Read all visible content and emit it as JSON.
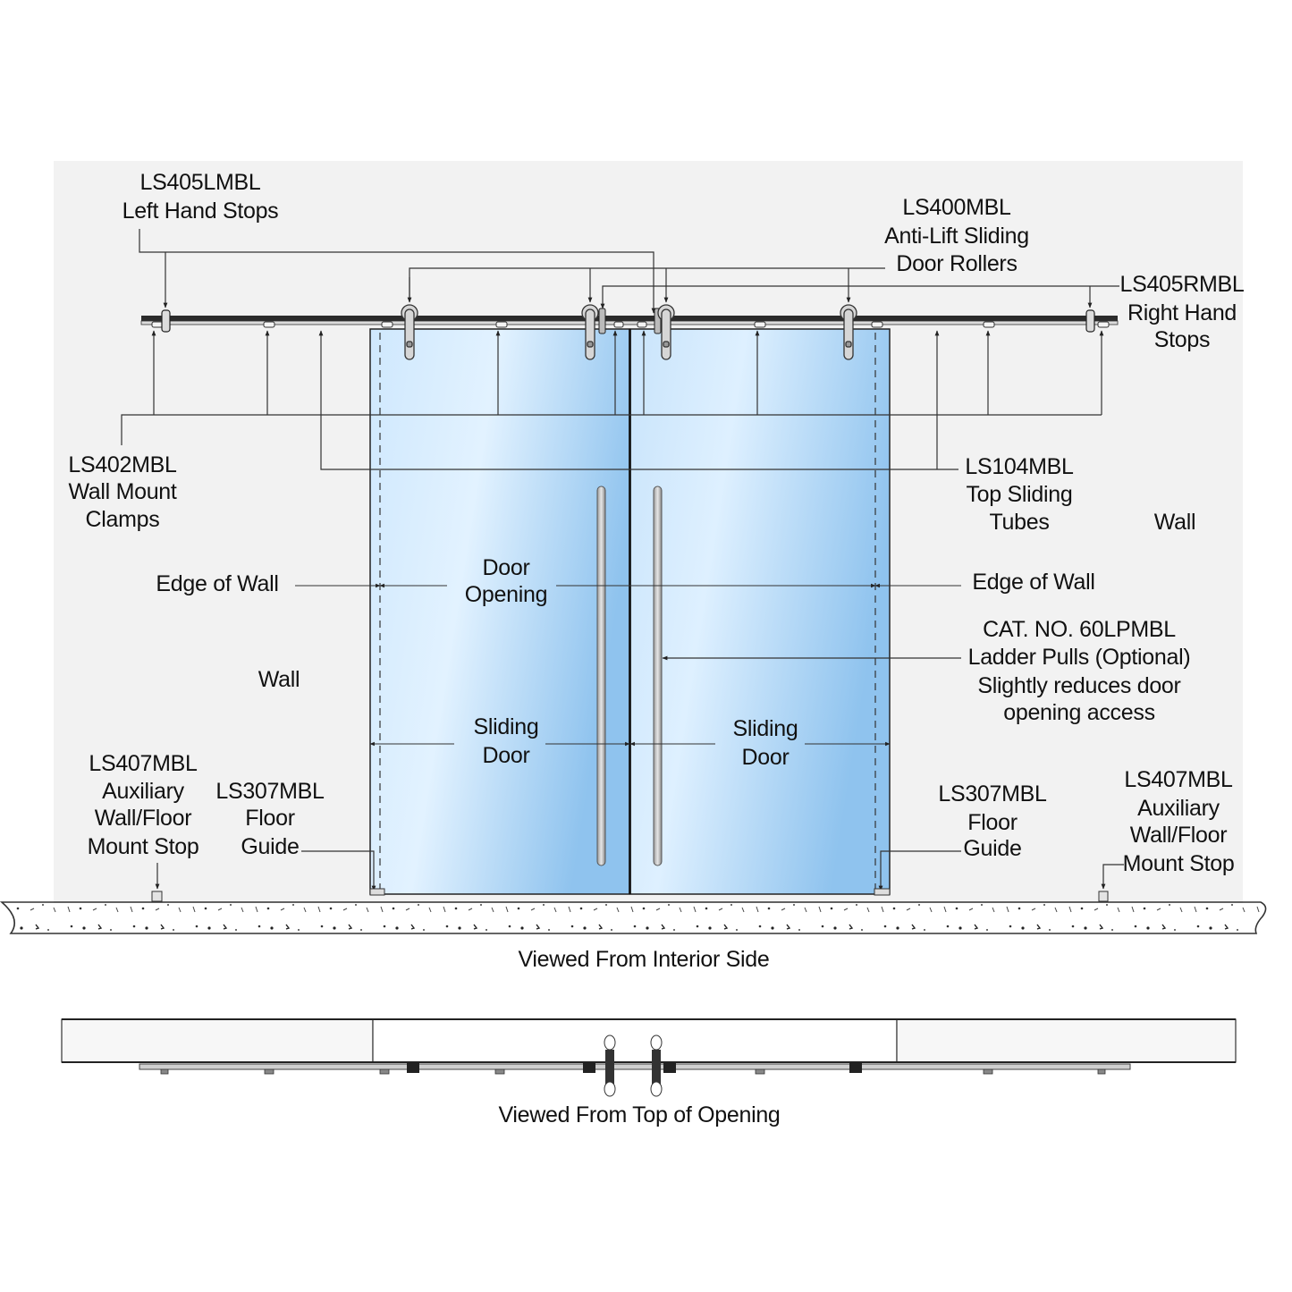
{
  "colors": {
    "background": "#ffffff",
    "wall_panel": "#f2f2f2",
    "glass_light": "#d9eeff",
    "glass_dark": "#8fc3ee",
    "rail": "#2b2b2b",
    "hardware": "#c8c8c8",
    "line": "#333333"
  },
  "interior_view": {
    "caption": "Viewed From Interior Side",
    "callouts": {
      "left_stops": {
        "part": "LS405LMBL",
        "desc": "Left Hand Stops"
      },
      "rollers": {
        "part": "LS400MBL",
        "desc1": "Anti-Lift Sliding",
        "desc2": "Door Rollers"
      },
      "right_stops": {
        "part": "LS405RMBL",
        "desc1": "Right Hand",
        "desc2": "Stops"
      },
      "wall_clamps": {
        "part": "LS402MBL",
        "desc1": "Wall Mount",
        "desc2": "Clamps"
      },
      "tubes": {
        "part": "LS104MBL",
        "desc1": "Top Sliding",
        "desc2": "Tubes"
      },
      "ladder_pulls": {
        "part": "CAT. NO. 60LPMBL",
        "desc1": "Ladder Pulls (Optional)",
        "desc2": "Slightly reduces door",
        "desc3": "opening access"
      },
      "floor_guide_left": {
        "part": "LS307MBL",
        "desc1": "Floor",
        "desc2": "Guide"
      },
      "floor_guide_right": {
        "part": "LS307MBL",
        "desc1": "Floor",
        "desc2": "Guide"
      },
      "aux_stop_left": {
        "part": "LS407MBL",
        "desc1": "Auxiliary",
        "desc2": "Wall/Floor",
        "desc3": "Mount Stop"
      },
      "aux_stop_right": {
        "part": "LS407MBL",
        "desc1": "Auxiliary",
        "desc2": "Wall/Floor",
        "desc3": "Mount Stop"
      }
    },
    "labels": {
      "wall_left": "Wall",
      "wall_right": "Wall",
      "edge_of_wall_left": "Edge of Wall",
      "edge_of_wall_right": "Edge of Wall",
      "door_opening_1": "Door",
      "door_opening_2": "Opening",
      "sliding_door_left_1": "Sliding",
      "sliding_door_left_2": "Door",
      "sliding_door_right_1": "Sliding",
      "sliding_door_right_2": "Door"
    }
  },
  "top_view": {
    "caption": "Viewed From Top of Opening"
  }
}
